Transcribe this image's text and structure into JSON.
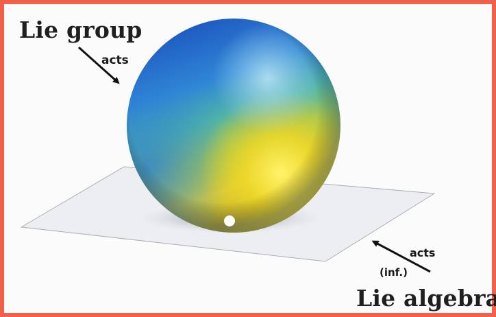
{
  "labels": {
    "lie_group": "Lie group",
    "acts_top": "acts",
    "acts_bottom": "acts",
    "inf": "(inf.)",
    "lie_algebra": "Lie algebra"
  },
  "colors": {
    "border": "#f0604a",
    "plane": "#eceef1",
    "sphere_blue": "#1e5bc8",
    "sphere_yellow": "#f3dc2a",
    "point": "#ffffff"
  }
}
